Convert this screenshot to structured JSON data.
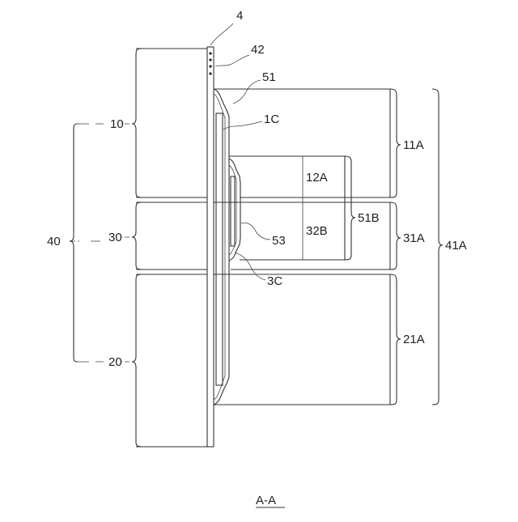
{
  "labels": {
    "ref_4": "4",
    "ref_42": "42",
    "ref_51": "51",
    "ref_1C": "1C",
    "ref_10": "10",
    "ref_11A": "11A",
    "ref_12A": "12A",
    "ref_51B": "51B",
    "ref_40": "40",
    "ref_30": "30",
    "ref_31A": "31A",
    "ref_32B": "32B",
    "ref_41A": "41A",
    "ref_53": "53",
    "ref_3C": "3C",
    "ref_20": "20",
    "ref_21A": "21A",
    "section": "A-A"
  }
}
